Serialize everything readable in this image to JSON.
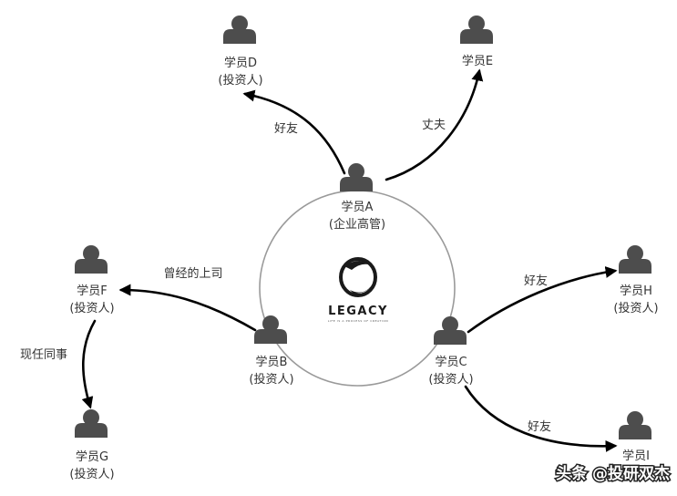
{
  "nodes": {
    "A": {
      "name": "学员A",
      "role": "(企业高管)"
    },
    "B": {
      "name": "学员B",
      "role": "(投资人)"
    },
    "C": {
      "name": "学员C",
      "role": "(投资人)"
    },
    "D": {
      "name": "学员D",
      "role": "(投资人)"
    },
    "E": {
      "name": "学员E",
      "role": ""
    },
    "F": {
      "name": "学员F",
      "role": "(投资人)"
    },
    "G": {
      "name": "学员G",
      "role": "(投资人)"
    },
    "H": {
      "name": "学员H",
      "role": "(投资人)"
    },
    "I": {
      "name": "学员I",
      "role": ""
    }
  },
  "edges": {
    "A_D": "好友",
    "A_E": "丈夫",
    "B_F": "曾经的上司",
    "F_G": "现任同事",
    "C_H": "好友",
    "C_I": "好友"
  },
  "logo": {
    "name": "LEGACY",
    "tagline": "LIFE IS A PROCESS OF CREATION"
  },
  "watermark": "头条 @投研双杰",
  "icons": {
    "person": "person-icon",
    "logo": "legacy-swirl-icon"
  },
  "colors": {
    "person": "#4d4d4d",
    "edge": "#000000",
    "circle": "#9a9a9a"
  }
}
